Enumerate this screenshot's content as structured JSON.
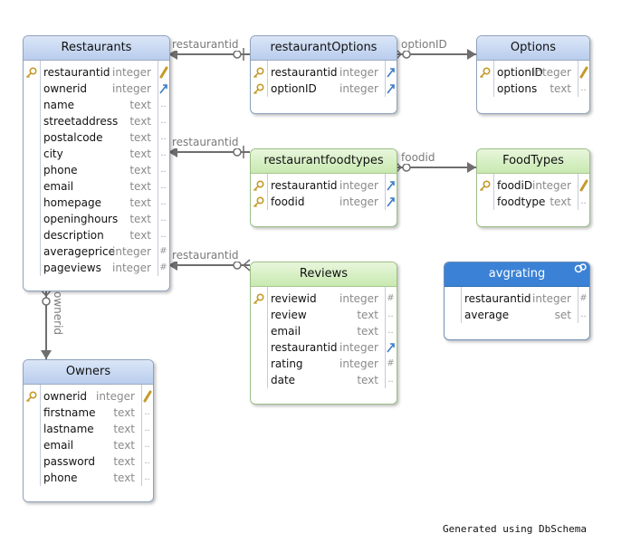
{
  "tables": {
    "restaurants": {
      "name": "Restaurants",
      "columns": [
        {
          "name": "restaurantid",
          "type": "integer",
          "pk": true,
          "mark": "pencil"
        },
        {
          "name": "ownerid",
          "type": "integer",
          "mark": "arrow"
        },
        {
          "name": "name",
          "type": "text",
          "mark": "dots"
        },
        {
          "name": "streetaddress",
          "type": "text",
          "mark": "dots"
        },
        {
          "name": "postalcode",
          "type": "text",
          "mark": "dots"
        },
        {
          "name": "city",
          "type": "text",
          "mark": "dots"
        },
        {
          "name": "phone",
          "type": "text",
          "mark": "dots"
        },
        {
          "name": "email",
          "type": "text",
          "mark": "dots"
        },
        {
          "name": "homepage",
          "type": "text",
          "mark": "dots"
        },
        {
          "name": "openinghours",
          "type": "text",
          "mark": "dots"
        },
        {
          "name": "description",
          "type": "text",
          "mark": "dots"
        },
        {
          "name": "averageprice",
          "type": "integer",
          "mark": "hash"
        },
        {
          "name": "pageviews",
          "type": "integer",
          "mark": "hash"
        }
      ]
    },
    "restaurantOptions": {
      "name": "restaurantOptions",
      "columns": [
        {
          "name": "restaurantid",
          "type": "integer",
          "pk": true,
          "mark": "arrow"
        },
        {
          "name": "optionID",
          "type": "integer",
          "pk": true,
          "mark": "arrow"
        }
      ]
    },
    "options": {
      "name": "Options",
      "columns": [
        {
          "name": "optionID",
          "type": "integer",
          "pk": true,
          "mark": "pencil"
        },
        {
          "name": "options",
          "type": "text",
          "mark": "dots"
        }
      ]
    },
    "restaurantfoodtypes": {
      "name": "restaurantfoodtypes",
      "columns": [
        {
          "name": "restaurantid",
          "type": "integer",
          "pk": true,
          "mark": "arrow"
        },
        {
          "name": "foodid",
          "type": "integer",
          "pk": true,
          "mark": "arrow"
        }
      ]
    },
    "foodtypes": {
      "name": "FoodTypes",
      "columns": [
        {
          "name": "foodiD",
          "type": "integer",
          "pk": true,
          "mark": "pencil"
        },
        {
          "name": "foodtype",
          "type": "text",
          "mark": "dots"
        }
      ]
    },
    "reviews": {
      "name": "Reviews",
      "columns": [
        {
          "name": "reviewid",
          "type": "integer",
          "pk": true,
          "mark": "hash"
        },
        {
          "name": "review",
          "type": "text",
          "mark": "dots"
        },
        {
          "name": "email",
          "type": "text",
          "mark": "dots"
        },
        {
          "name": "restaurantid",
          "type": "integer",
          "mark": "arrow"
        },
        {
          "name": "rating",
          "type": "integer",
          "mark": "hash"
        },
        {
          "name": "date",
          "type": "text",
          "mark": "dots"
        }
      ]
    },
    "avgrating": {
      "name": "avgrating",
      "columns": [
        {
          "name": "restaurantid",
          "type": "integer",
          "mark": "hash"
        },
        {
          "name": "average",
          "type": "set",
          "mark": "dots"
        }
      ]
    },
    "owners": {
      "name": "Owners",
      "columns": [
        {
          "name": "ownerid",
          "type": "integer",
          "pk": true,
          "mark": "pencil"
        },
        {
          "name": "firstname",
          "type": "text",
          "mark": "dots"
        },
        {
          "name": "lastname",
          "type": "text",
          "mark": "dots"
        },
        {
          "name": "email",
          "type": "text",
          "mark": "dots"
        },
        {
          "name": "password",
          "type": "text",
          "mark": "dots"
        },
        {
          "name": "phone",
          "type": "text",
          "mark": "dots"
        }
      ]
    }
  },
  "relations": {
    "ro_restaurantid": "restaurantid",
    "ro_optionid": "optionID",
    "rft_restaurantid": "restaurantid",
    "rft_foodid": "foodid",
    "rev_restaurantid": "restaurantid",
    "owner_ownerid": "ownerid"
  },
  "footer": "Generated using DbSchema",
  "colors": {
    "line": "#6e6e6e",
    "pk_key": "#c59a2a",
    "fk_arrow": "#3c7bc8",
    "view_header": "#3b82d6"
  }
}
